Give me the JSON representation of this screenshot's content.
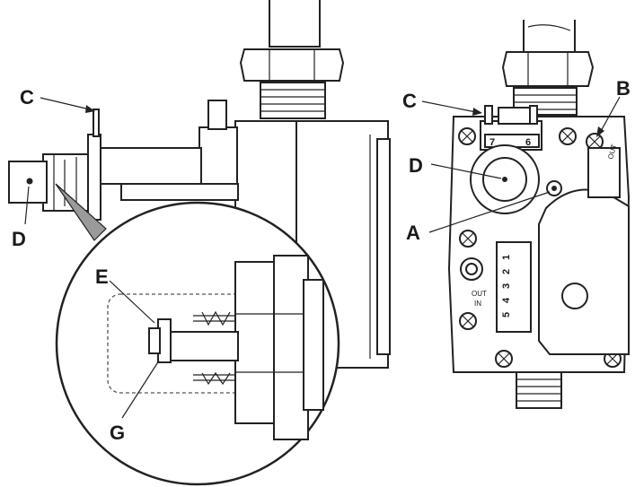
{
  "labels": {
    "a": "A",
    "b": "B",
    "c_left": "C",
    "c_right": "C",
    "d_left": "D",
    "d_right": "D",
    "e": "E",
    "g": "G"
  },
  "valve_markings": {
    "out_top": "OUT",
    "out_side": "OUT",
    "in_side": "IN",
    "terminal_7": "7",
    "terminal_6": "6",
    "terminal_numbers": [
      "1",
      "2",
      "3",
      "4",
      "5"
    ]
  }
}
